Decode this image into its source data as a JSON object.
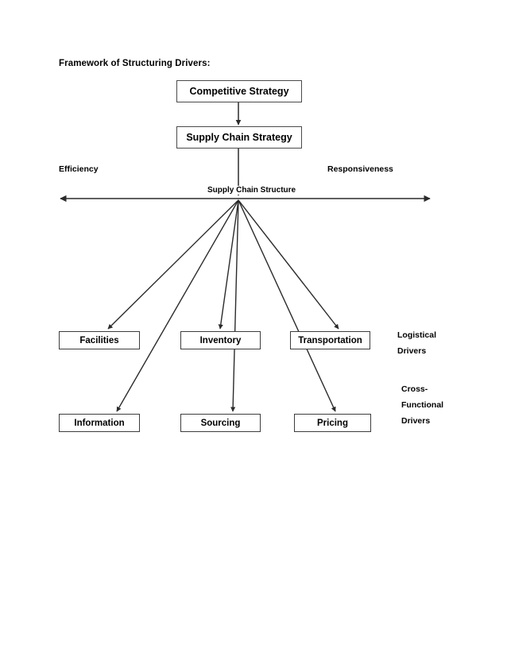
{
  "page": {
    "title_label": "Framework of Structuring Drivers:"
  },
  "strategy_chain": {
    "competitive": "Competitive Strategy",
    "supply_chain": "Supply Chain Strategy"
  },
  "spectrum": {
    "left_label": "Efficiency",
    "right_label": "Responsiveness",
    "center_label": "Supply Chain Structure"
  },
  "drivers": {
    "logistical": {
      "group_label_line1": "Logistical",
      "group_label_line2": "Drivers",
      "items": [
        {
          "label": "Facilities"
        },
        {
          "label": "Inventory"
        },
        {
          "label": "Transportation"
        }
      ]
    },
    "cross_functional": {
      "group_label_line1": "Cross-",
      "group_label_line2": "Functional",
      "group_label_line3": "Drivers",
      "items": [
        {
          "label": "Information"
        },
        {
          "label": "Sourcing"
        },
        {
          "label": "Pricing"
        }
      ]
    }
  },
  "colors": {
    "line": "#2b2b2b",
    "box_border": "#4a4a4a",
    "text": "#000000",
    "background": "#ffffff"
  }
}
